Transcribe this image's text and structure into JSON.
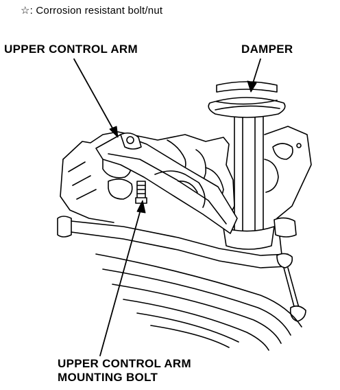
{
  "note": {
    "symbol": "☆",
    "text": ": Corrosion resistant bolt/nut"
  },
  "labels": {
    "upper_control_arm": "UPPER CONTROL ARM",
    "damper": "DAMPER",
    "mounting_bolt_line1": "UPPER CONTROL ARM",
    "mounting_bolt_line2": "MOUNTING BOLT"
  }
}
